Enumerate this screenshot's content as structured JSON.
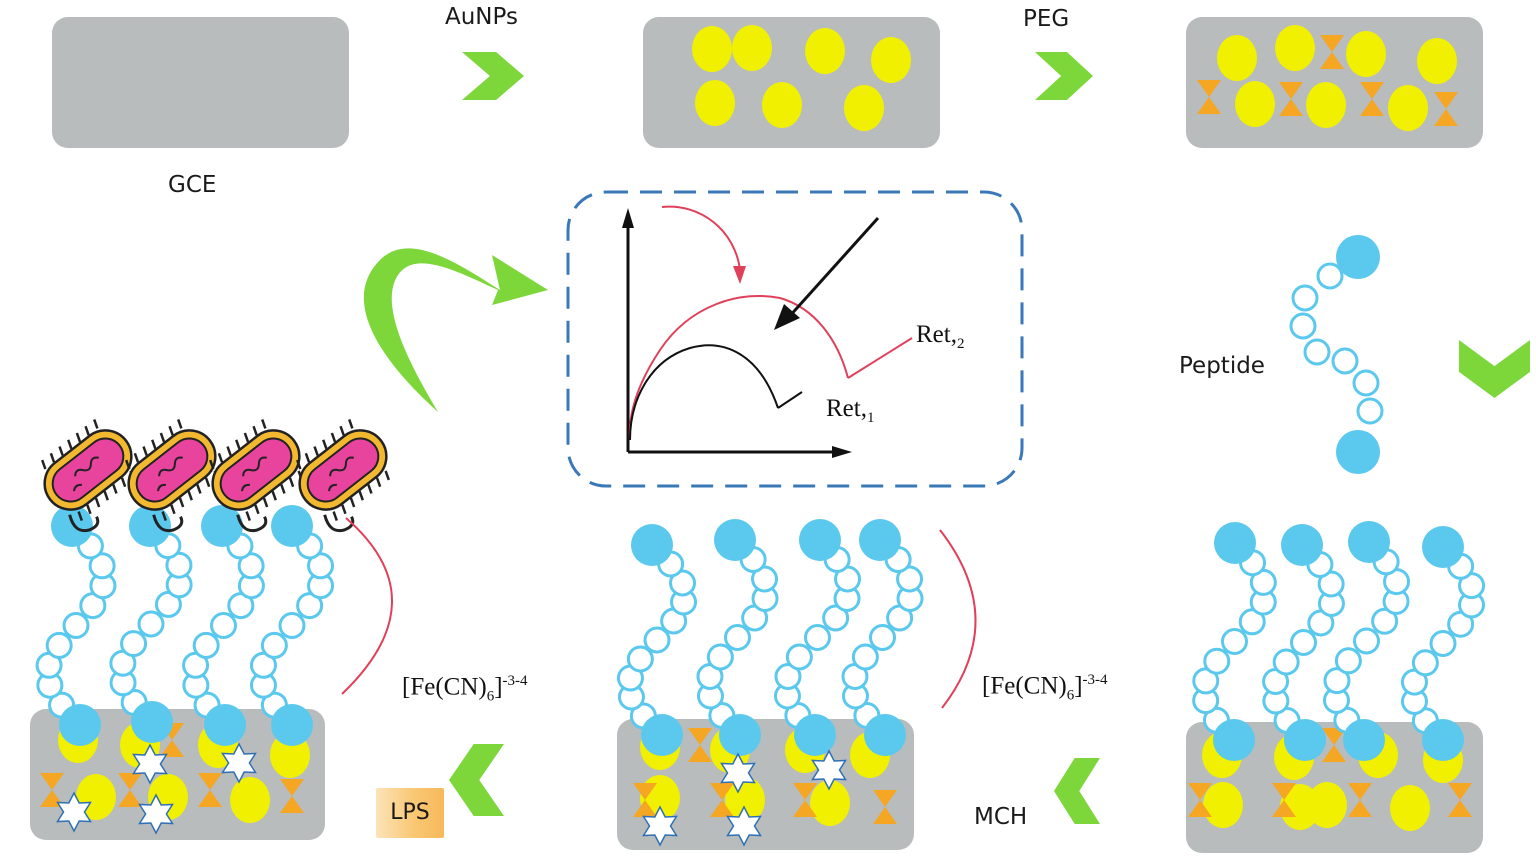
{
  "labels": {
    "gce": "GCE",
    "aunps": "AuNPs",
    "peg": "PEG",
    "peptide": "Peptide",
    "mch": "MCH",
    "lps": "LPS"
  },
  "redox_probe": {
    "base": "[Fe(CN)",
    "subscript": "6",
    "close": "]",
    "superscript": "-3-4"
  },
  "eis_plot": {
    "curve_high": {
      "label": "Ret,",
      "subscript": "2"
    },
    "curve_low": {
      "label": "Ret,",
      "subscript": "1"
    }
  },
  "colors": {
    "electrode": "#b8bcbd",
    "aunp": "#f1f000",
    "peg": "#f5a623",
    "peptide": "#5bc8ee",
    "arrow": "#7dd63a",
    "frame": "#3a78b8",
    "curve_high": "#e0405a",
    "curve_low": "#1a1a1a",
    "bacteria_fill": "#e8449e",
    "bacteria_wall": "#f2b830"
  }
}
